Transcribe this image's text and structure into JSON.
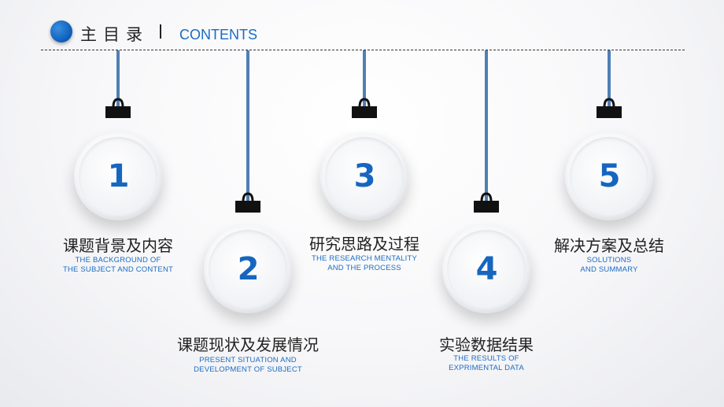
{
  "header": {
    "title": "主目录",
    "subtitle": "CONTENTS",
    "accent": "#1b6cc2"
  },
  "items": [
    {
      "number": "1",
      "title": "课题背景及内容",
      "en1": "THE BACKGROUND  OF",
      "en2": "THE SUBJECT AND CONTENT"
    },
    {
      "number": "2",
      "title": "课题现状及发展情况",
      "en1": "PRESENT SITUATION  AND",
      "en2": "DEVELOPMENT OF SUBJECT"
    },
    {
      "number": "3",
      "title": "研究思路及过程",
      "en1": "THE RESEARCH MENTALITY",
      "en2": "AND THE PROCESS"
    },
    {
      "number": "4",
      "title": "实验数据结果",
      "en1": "THE RESULTS OF",
      "en2": "EXPRIMENTAL DATA"
    },
    {
      "number": "5",
      "title": "解决方案及总结",
      "en1": "SOLUTIONS",
      "en2": "AND SUMMARY"
    }
  ]
}
